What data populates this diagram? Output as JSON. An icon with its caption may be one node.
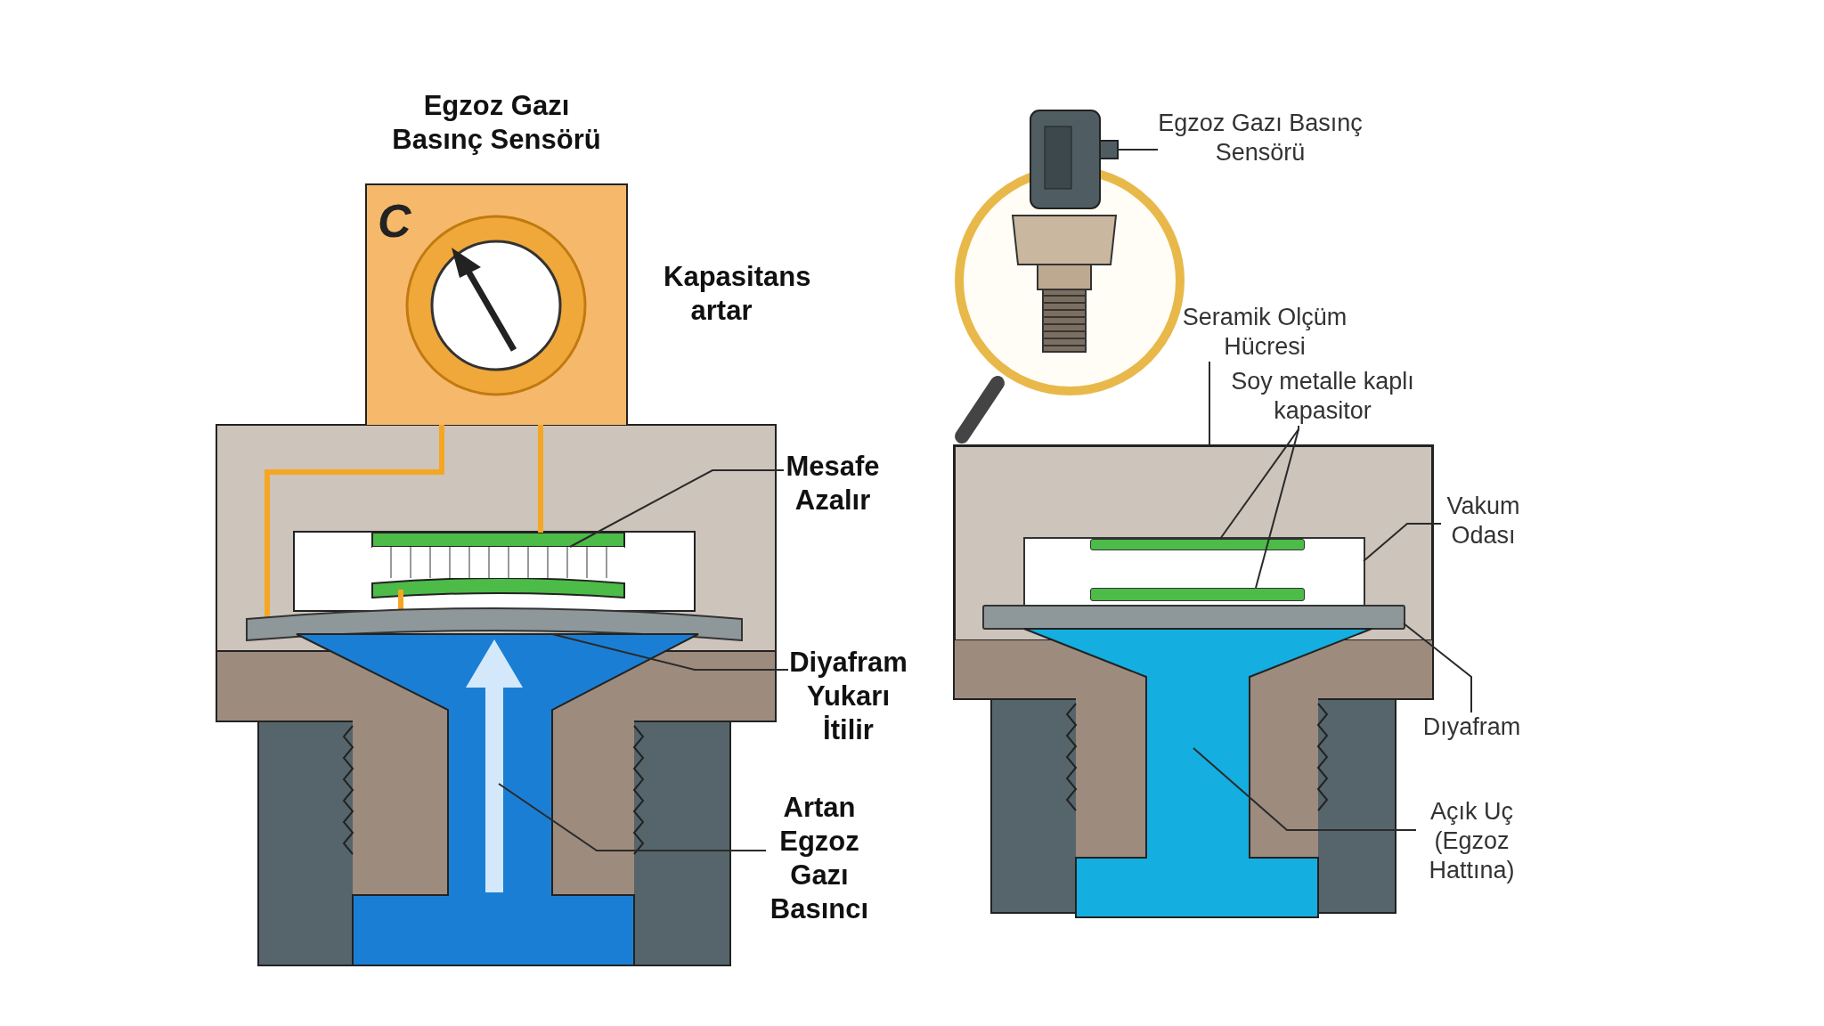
{
  "diagram": {
    "nodes": [
      {
        "text": [
          "Egzoz Gazı Basınç Sensörü",
          "C"
        ]
      },
      {
        "text": [],
        "shape": "box"
      },
      {
        "text": [
          "Mesafe Azalır"
        ]
      },
      {
        "text": [],
        "shape": "bar"
      },
      {
        "text": [
          "Diyafram Yukarı İtilir"
        ]
      },
      {
        "text": [],
        "shape": "box"
      },
      {
        "text": [
          "Artan Egzoz Gazı Basıncı"
        ]
      },
      {
        "text": [],
        "shape": "picture"
      },
      {
        "text": [
          "Egzoz Gazı Basınç Sensörü"
        ]
      },
      {
        "text": [
          "Seramik Olçüm Hücresi"
        ]
      },
      {
        "text": [],
        "shape": "box"
      },
      {
        "text": [
          "Soy metalle kaplı kapasitor"
        ]
      },
      {
        "text": [],
        "shape": "bar",
        "in": 15
      },
      {
        "text": [],
        "shape": "bar",
        "in": 15
      },
      {
        "text": [
          "Vakum Odası"
        ]
      },
      {
        "text": [],
        "shape": "box",
        "in": 10
      },
      {
        "text": [
          "Dıyafram"
        ]
      },
      {
        "text": [],
        "shape": "bar",
        "in": 10
      },
      {
        "text": [
          "Açık Uç (Egzoz Hattına)"
        ]
      },
      {
        "text": [],
        "shape": "box"
      }
    ],
    "edges": [
      {
        "from": 2,
        "to": 1,
        "arrow": "none"
      },
      {
        "from": 4,
        "to": 3,
        "arrow": "none"
      },
      {
        "from": 6,
        "to": 5,
        "arrow": "none"
      },
      {
        "from": 8,
        "to": 7,
        "arrow": "none"
      },
      {
        "from": 9,
        "to": 10,
        "arrow": "none"
      },
      {
        "from": 11,
        "to": 12,
        "arrow": "none"
      },
      {
        "from": 11,
        "to": 13,
        "arrow": "none"
      },
      {
        "from": 14,
        "to": 15,
        "arrow": "none"
      },
      {
        "from": 16,
        "to": 17,
        "arrow": "none"
      },
      {
        "from": 18,
        "to": 19,
        "arrow": "none"
      }
    ],
    "labels": [
      "Kapasitans artar"
    ]
  }
}
